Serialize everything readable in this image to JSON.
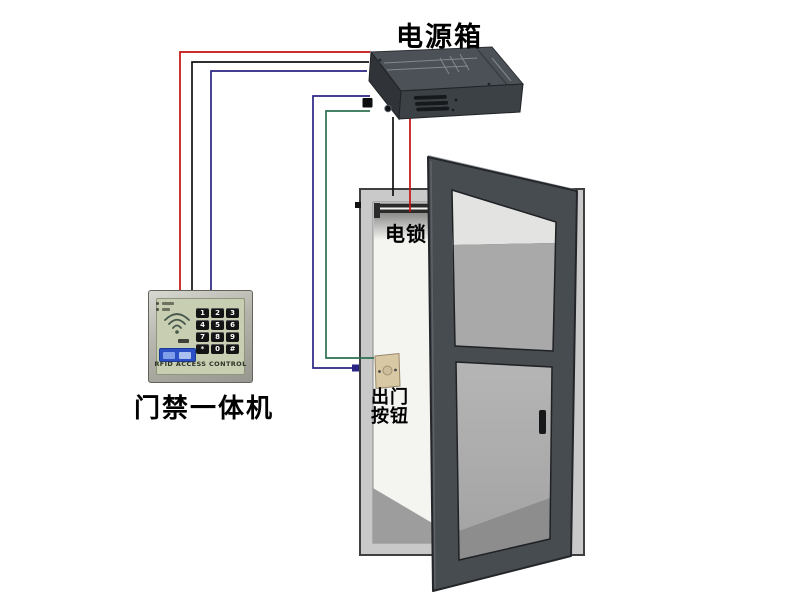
{
  "diagram": {
    "power_supply": {
      "label": "电源箱"
    },
    "electric_lock": {
      "label": "电锁"
    },
    "exit_button": {
      "label_line1": "出门",
      "label_line2": "按钮"
    },
    "access_keypad": {
      "label": "门禁一体机",
      "brand_text": "RFID ACCESS CONTROL",
      "keys": [
        "1",
        "2",
        "3",
        "4",
        "5",
        "6",
        "7",
        "8",
        "9",
        "*",
        "0",
        "#"
      ]
    },
    "wire_colors": {
      "red": "#c41111",
      "black": "#111111",
      "blue": "#2a2483",
      "green": "#2e7050"
    }
  }
}
